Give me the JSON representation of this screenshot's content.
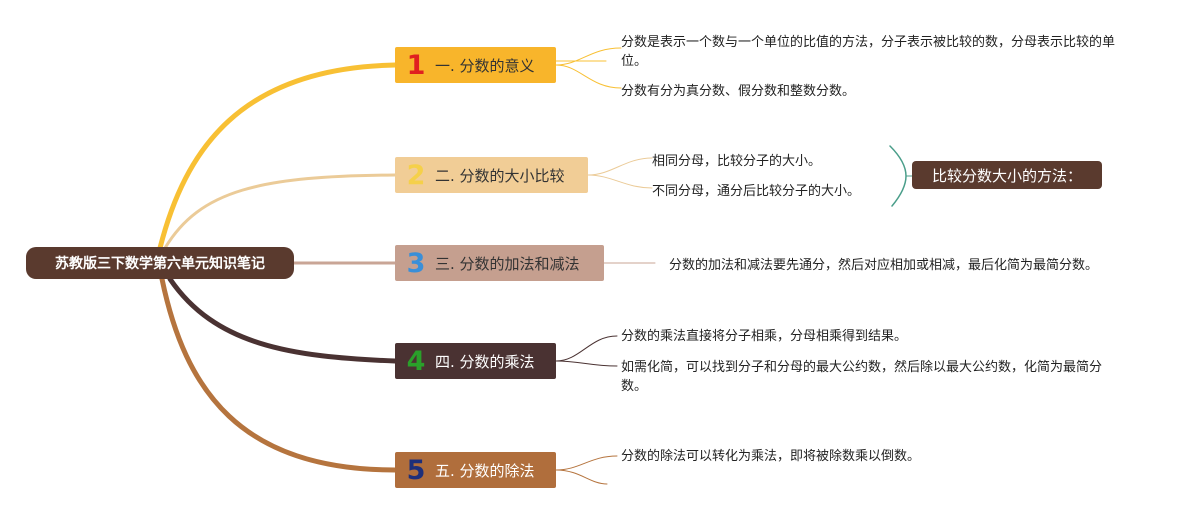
{
  "root": {
    "label": "苏教版三下数学第六单元知识笔记",
    "color": "#5a3a2e"
  },
  "branches": [
    {
      "num": "1",
      "label": "一. 分数的意义",
      "bg": "#f8b52b",
      "text_color": "#333333",
      "num_color": "#e02020",
      "line_color": "#f8c034",
      "notes": [
        "分数是表示一个数与一个单位的比值的方法，分子表示被比较的数，分母表示比较的单位。",
        "分数有分为真分数、假分数和整数分数。"
      ]
    },
    {
      "num": "2",
      "label": "二. 分数的大小比较",
      "bg": "#f1cd96",
      "text_color": "#333333",
      "num_color": "#f5d04a",
      "line_color": "#ebcb98",
      "notes": [
        "相同分母，比较分子的大小。",
        "不同分母，通分后比较分子的大小。"
      ],
      "summary": "比较分数大小的方法："
    },
    {
      "num": "3",
      "label": "三. 分数的加法和减法",
      "bg": "#c59f8f",
      "text_color": "#333333",
      "num_color": "#3a8fd8",
      "line_color": "#c9a596",
      "notes": [
        "分数的加法和减法要先通分，然后对应相加或相减，最后化简为最简分数。"
      ]
    },
    {
      "num": "4",
      "label": "四. 分数的乘法",
      "bg": "#4a3232",
      "text_color": "#ffffff",
      "num_color": "#2aa02a",
      "line_color": "#4a3232",
      "notes": [
        "分数的乘法直接将分子相乘，分母相乘得到结果。",
        "如需化简，可以找到分子和分母的最大公约数，然后除以最大公约数，化简为最简分数。"
      ]
    },
    {
      "num": "5",
      "label": "五. 分数的除法",
      "bg": "#b06e3c",
      "text_color": "#ffffff",
      "num_color": "#1e2f7a",
      "line_color": "#b5743e",
      "notes": [
        "分数的除法可以转化为乘法，即将被除数乘以倒数。"
      ]
    }
  ],
  "summary_color": "#5a3a2e",
  "brace_color": "#4a9e8a"
}
